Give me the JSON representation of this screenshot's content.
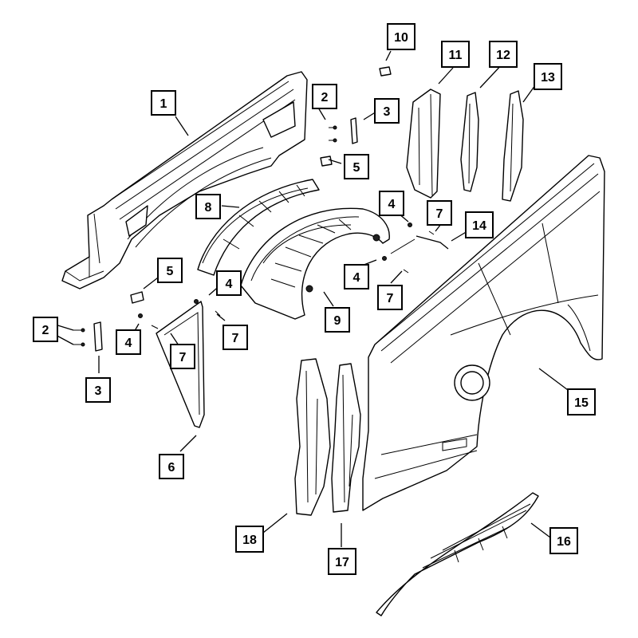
{
  "callouts": {
    "c1": "1",
    "c2a": "2",
    "c2b": "2",
    "c3a": "3",
    "c3b": "3",
    "c4a": "4",
    "c4b": "4",
    "c4c": "4",
    "c4d": "4",
    "c5a": "5",
    "c5b": "5",
    "c6": "6",
    "c7a": "7",
    "c7b": "7",
    "c7c": "7",
    "c7d": "7",
    "c8": "8",
    "c9": "9",
    "c10": "10",
    "c11": "11",
    "c12": "12",
    "c13": "13",
    "c14": "14",
    "c15": "15",
    "c16": "16",
    "c17": "17",
    "c18": "18"
  }
}
